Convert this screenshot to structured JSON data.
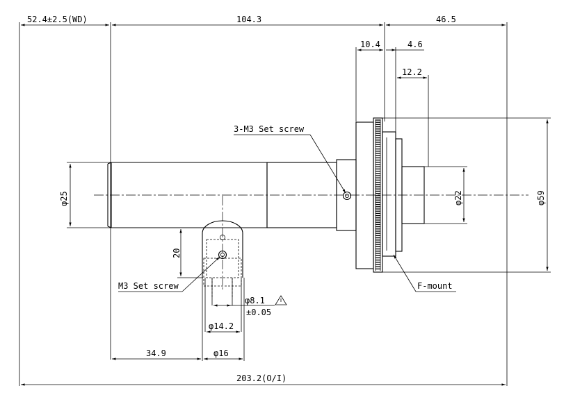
{
  "dimensions": {
    "wd": "52.4±2.5(WD)",
    "lens_length": "104.3",
    "mount_length": "46.5",
    "flange_a": "10.4",
    "flange_b": "4.6",
    "flange_c": "12.2",
    "tube_dia": "φ25",
    "post_height": "20",
    "port_dia": "φ22",
    "housing_dia": "φ59",
    "hole_dia": "φ8.1",
    "hole_tol": "±0.05",
    "post_inner": "φ14.2",
    "post_outer": "φ16",
    "post_offset": "34.9",
    "total_length": "203.2(O/I)"
  },
  "callouts": {
    "set_screw_3": "3-M3 Set screw",
    "set_screw": "M3 Set screw",
    "f_mount": "F-mount"
  }
}
